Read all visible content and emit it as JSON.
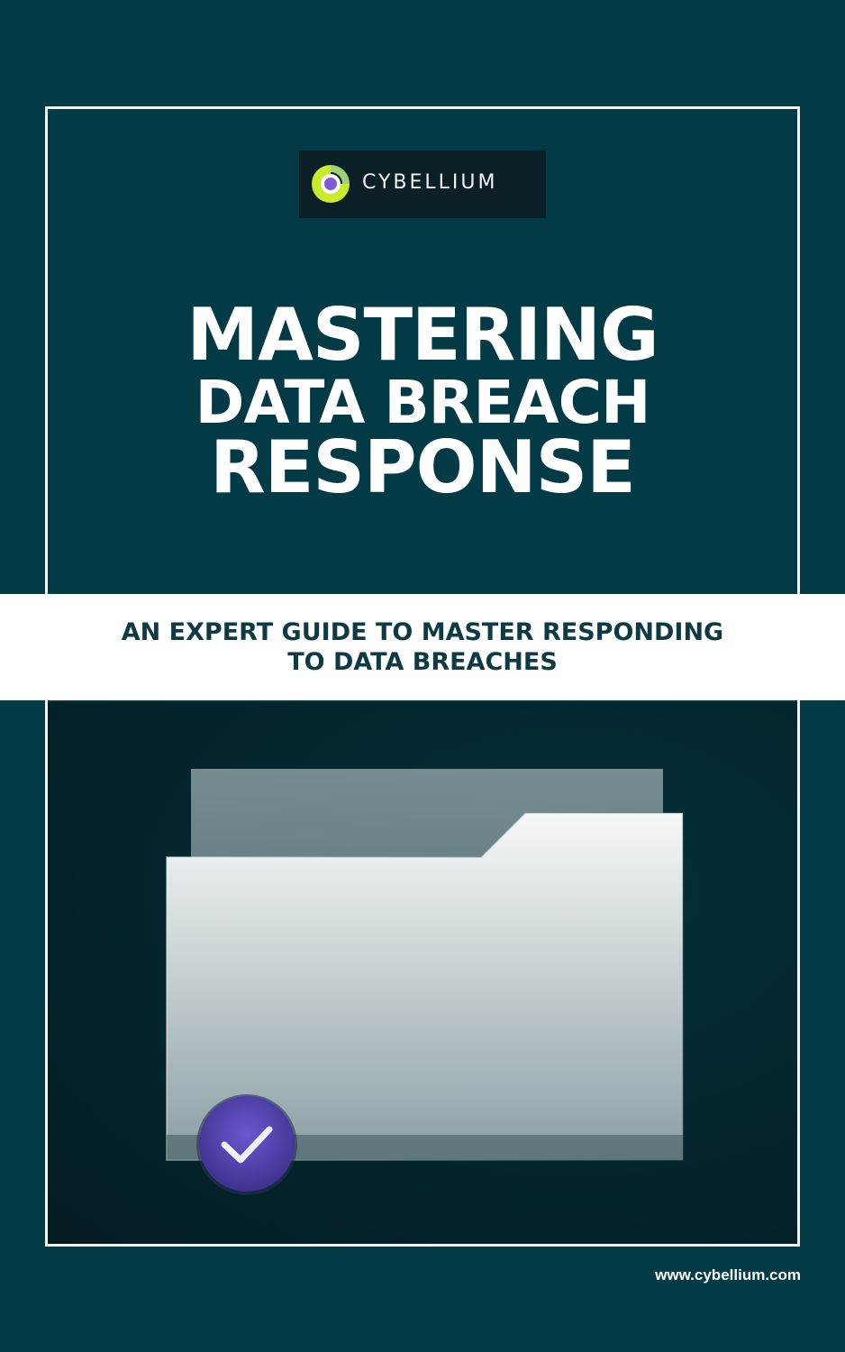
{
  "brand": {
    "name": "CYBELLIUM",
    "logo_icon": "cybellium-logo-icon",
    "colors": {
      "ring_green": "#c8ec2c",
      "dot_purple": "#7b5bd6",
      "panel": "#0b1f26"
    }
  },
  "cover": {
    "title_line1": "MASTERING",
    "title_line2": "DATA BREACH",
    "title_line3": "RESPONSE",
    "subtitle_line1": "AN EXPERT GUIDE TO MASTER RESPONDING",
    "subtitle_line2": "TO DATA BREACHES",
    "illustration": "folder-icon",
    "badge_icon": "checkmark-icon",
    "colors": {
      "background": "#023a45",
      "band": "#ffffff",
      "subtitle_text": "#0e3a44",
      "badge": "#5a48b8"
    }
  },
  "footer": {
    "url": "www.cybellium.com"
  }
}
